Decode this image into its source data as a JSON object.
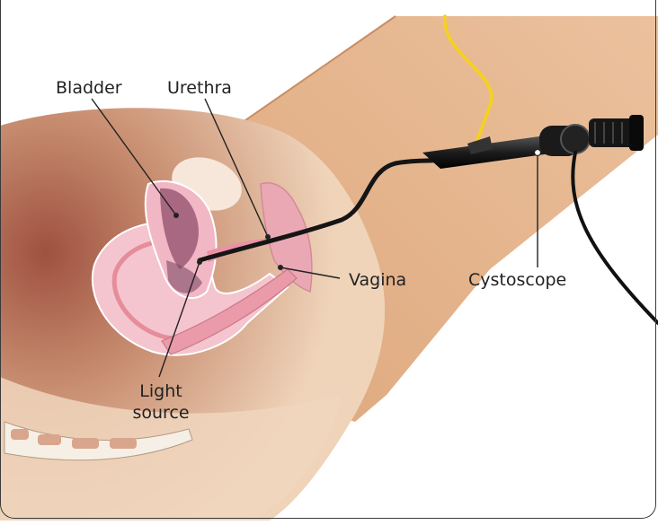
{
  "figure": {
    "labels": {
      "bladder": "Bladder",
      "urethra": "Urethra",
      "vagina": "Vagina",
      "cystoscope": "Cystoscope",
      "light_source_line1": "Light",
      "light_source_line2": "source"
    }
  },
  "colors": {
    "skin_light": "#f3d9bd",
    "skin_mid": "#e7b98e",
    "abdomen_dark": "#a05a47",
    "bladder_pink": "#f1bcc8",
    "uterus_pink": "#f4c5ce",
    "scope_black": "#1a1a1a",
    "cable_yellow": "#f5d21b",
    "frame": "#3a3a3a"
  }
}
